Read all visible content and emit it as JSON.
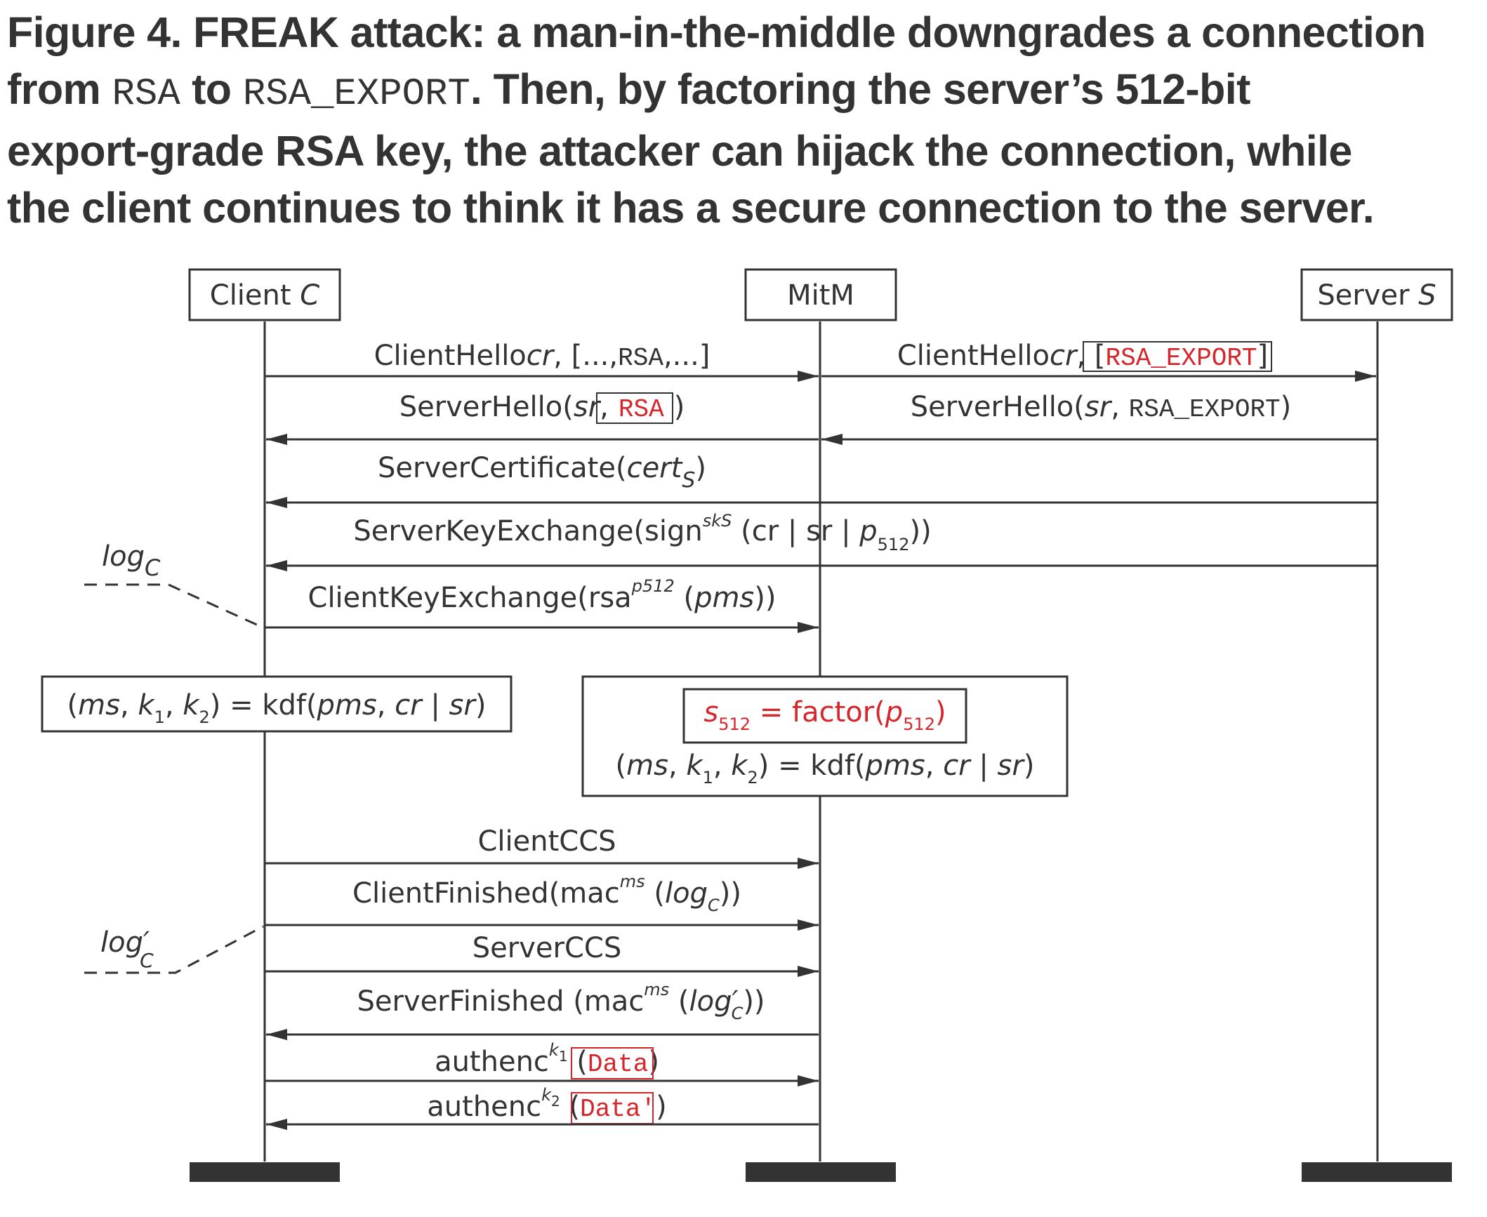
{
  "caption": {
    "line1": "Figure 4. FREAK attack: a man-in-the-middle downgrades a connection",
    "line2_pre": "from ",
    "line2_code1": "RSA",
    "line2_mid": " to ",
    "line2_code2": "RSA_EXPORT",
    "line2_post": ". Then, by factoring the server’s 512-bit",
    "line3": "export-grade RSA key, the attacker can hijack the connection, while",
    "line4": "the client continues to think it has a secure connection to the server."
  },
  "participants": {
    "client": {
      "name": "Client ",
      "var": "C"
    },
    "mitm": {
      "name": "MitM"
    },
    "server": {
      "name": "Server ",
      "var": "S"
    }
  },
  "messages": {
    "m1_left": {
      "text": "ClientHello",
      "cr": "cr",
      "rest": ", [...,",
      "rsa": "RSA",
      "end": ",...]"
    },
    "m1_right": {
      "text": "ClientHello",
      "cr": "cr",
      "rest": ", [",
      "rsa_export": "RSA_EXPORT",
      "end": "]"
    },
    "m2_left": {
      "text": "ServerHello(",
      "sr": "sr",
      "comma": ",",
      "rsa": "RSA",
      "end": ")"
    },
    "m2_right": {
      "text": "ServerHello(",
      "sr": "sr",
      "comma": ", ",
      "rsa_export": "RSA_EXPORT",
      "end": ")"
    },
    "m3": {
      "text": "ServerCertificate(",
      "cert": "cert",
      "sub": "S",
      "end": ")"
    },
    "m4": {
      "text": "ServerKeyExchange(sign",
      "sup": "skS",
      "args": " (cr | sr |  ",
      "p": "p",
      "psub": "512",
      "end": "))"
    },
    "m5": {
      "text": "ClientKeyExchange(rsa",
      "sup": "p512",
      "args": " (",
      "pms": "pms",
      "end": "))"
    },
    "m6": {
      "text": "ClientCCS"
    },
    "m7": {
      "text": "ClientFinished(mac",
      "sup": "ms",
      "args": " (",
      "log": "log",
      "sub": "C",
      "end": "))"
    },
    "m8": {
      "text": "ServerCCS"
    },
    "m9": {
      "text": "ServerFinished (mac",
      "sup": "ms",
      "args": " (",
      "log": "log′",
      "sub": "C",
      "end": "))"
    },
    "m10": {
      "text": "authenc",
      "sup": "k",
      "supsub": "1",
      "args": " (",
      "data": "Data",
      "end": ")"
    },
    "m11": {
      "text": "authenc",
      "sup": "k",
      "supsub": "2",
      "args": " (",
      "data": "Data′",
      "end": ")"
    }
  },
  "logs": {
    "log_c": {
      "text": "log",
      "sub": "C"
    },
    "log_c_prime": {
      "text": "log′",
      "sub": "C"
    }
  },
  "boxes": {
    "client_kdf": {
      "pre": "(",
      "ms": "ms",
      "k1": "k",
      "k1sub": "1",
      "k2": "k",
      "k2sub": "2",
      "eq": ") = kdf(",
      "pms": "pms",
      "cr": "cr",
      "sep": "  |  ",
      "sr": "sr",
      "end": ")"
    },
    "mitm_factor": {
      "s": "s",
      "ssub": "512",
      "eq": " = factor(",
      "p": "p",
      "psub": "512",
      "end": ")"
    },
    "mitm_kdf": {
      "pre": "(",
      "ms": "ms",
      "k1": "k",
      "k1sub": "1",
      "k2": "k",
      "k2sub": "2",
      "eq": ") = kdf(",
      "pms": "pms",
      "cr": "cr",
      "sep": "  |  ",
      "sr": "sr",
      "end": ")"
    }
  },
  "colors": {
    "ink": "#333333",
    "accent": "#d6262b"
  }
}
